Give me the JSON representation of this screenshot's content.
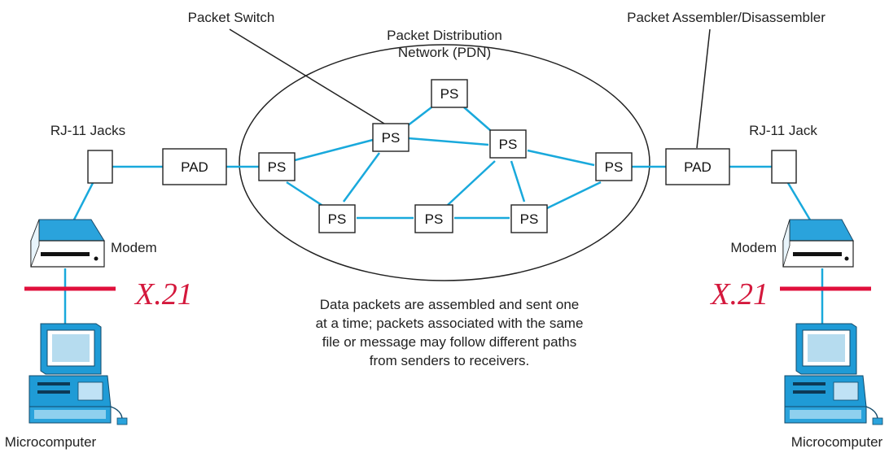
{
  "labels": {
    "packet_switch": "Packet Switch",
    "pdn_line1": "Packet Distribution",
    "pdn_line2": "Network (PDN)",
    "pad_full": "Packet Assembler/Disassembler",
    "rj11_left": "RJ-11 Jacks",
    "rj11_right": "RJ-11 Jack",
    "modem_left": "Modem",
    "modem_right": "Modem",
    "micro_left": "Microcomputer",
    "micro_right": "Microcomputer",
    "x21_left": "X.21",
    "x21_right": "X.21"
  },
  "nodes": {
    "pad_left": "PAD",
    "pad_right": "PAD",
    "ps": "PS"
  },
  "caption": [
    "Data packets are assembled and sent one",
    "at a time; packets associated with the same",
    "file or message may follow different paths",
    "from senders to receivers."
  ],
  "colors": {
    "link": "#19a9dc",
    "interface_mark": "#e0103c",
    "device": "#1f9bd6"
  },
  "icons": [
    "jack-icon",
    "modem-icon",
    "computer-icon"
  ]
}
